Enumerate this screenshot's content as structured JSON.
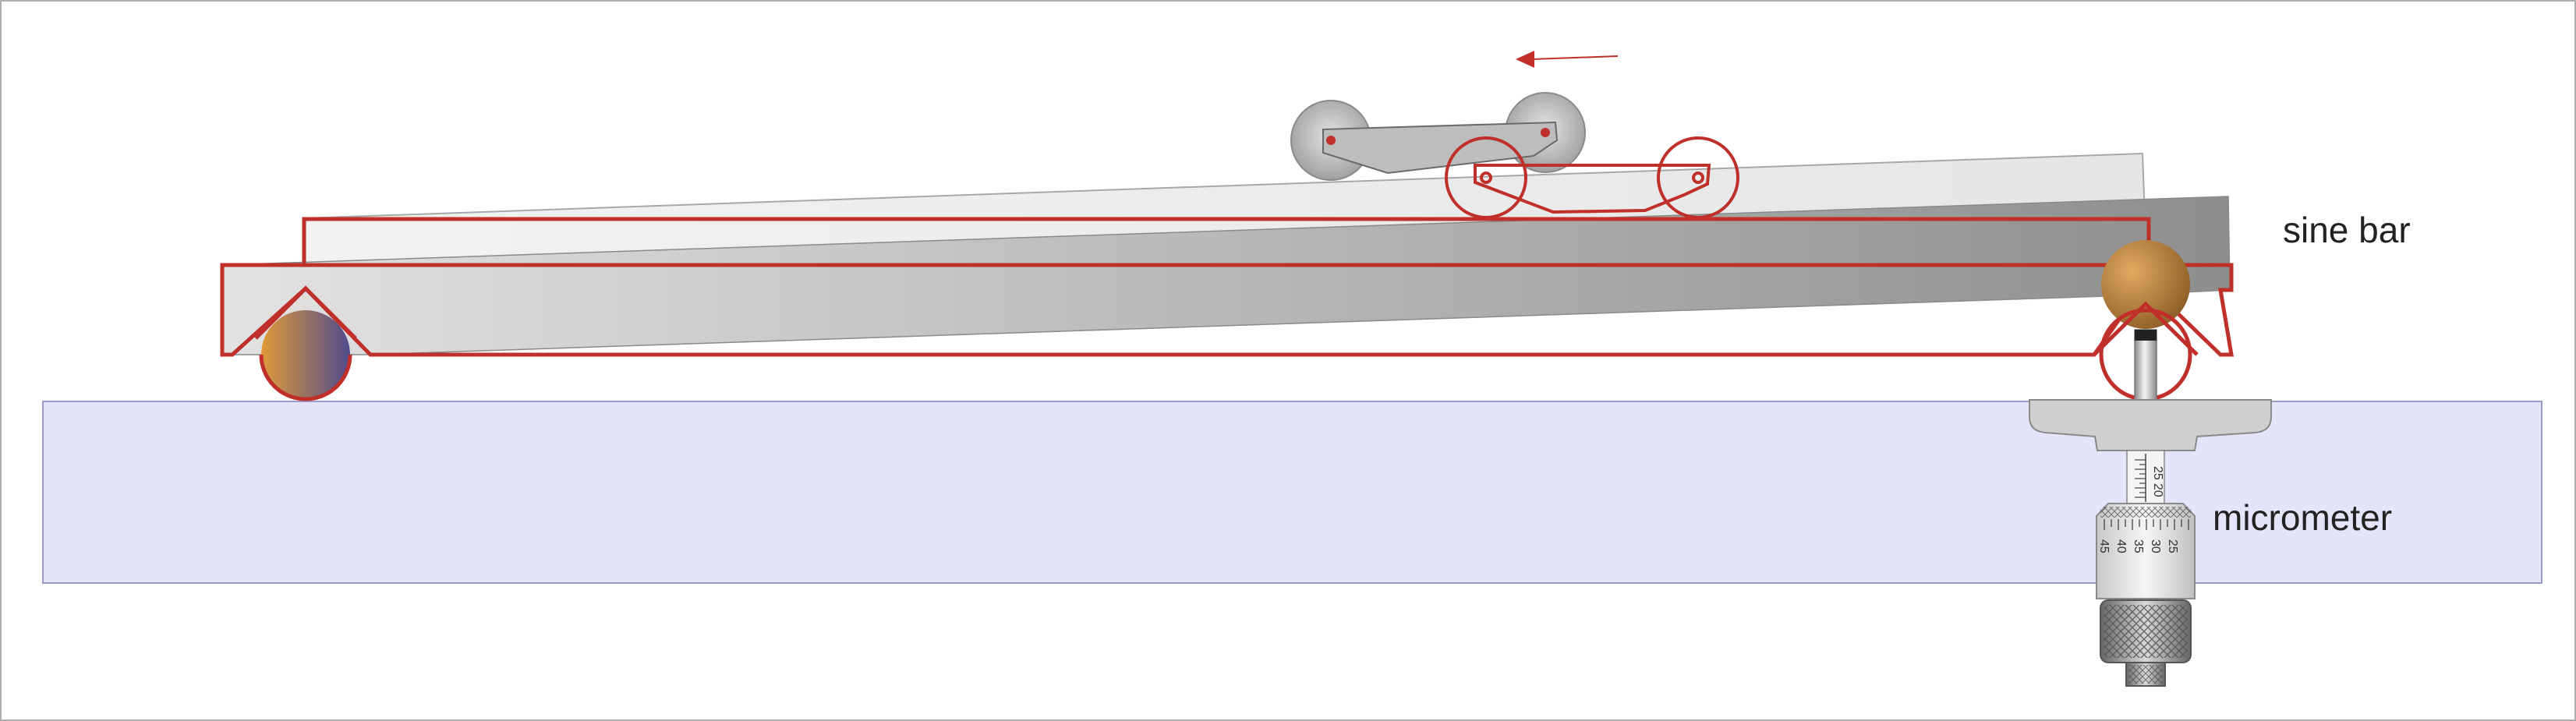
{
  "labels": {
    "sine_bar": "sine bar",
    "micrometer": "micrometer"
  },
  "sleeve_scale": [
    "25",
    "20"
  ],
  "thimble_scale": [
    "45",
    "40",
    "35",
    "30",
    "25"
  ],
  "colors": {
    "outline": "#c0302b",
    "surface_plate": "#e4e5fb",
    "surface_plate_border": "#9a9bc8",
    "frame_border": "#b0b0b0"
  }
}
